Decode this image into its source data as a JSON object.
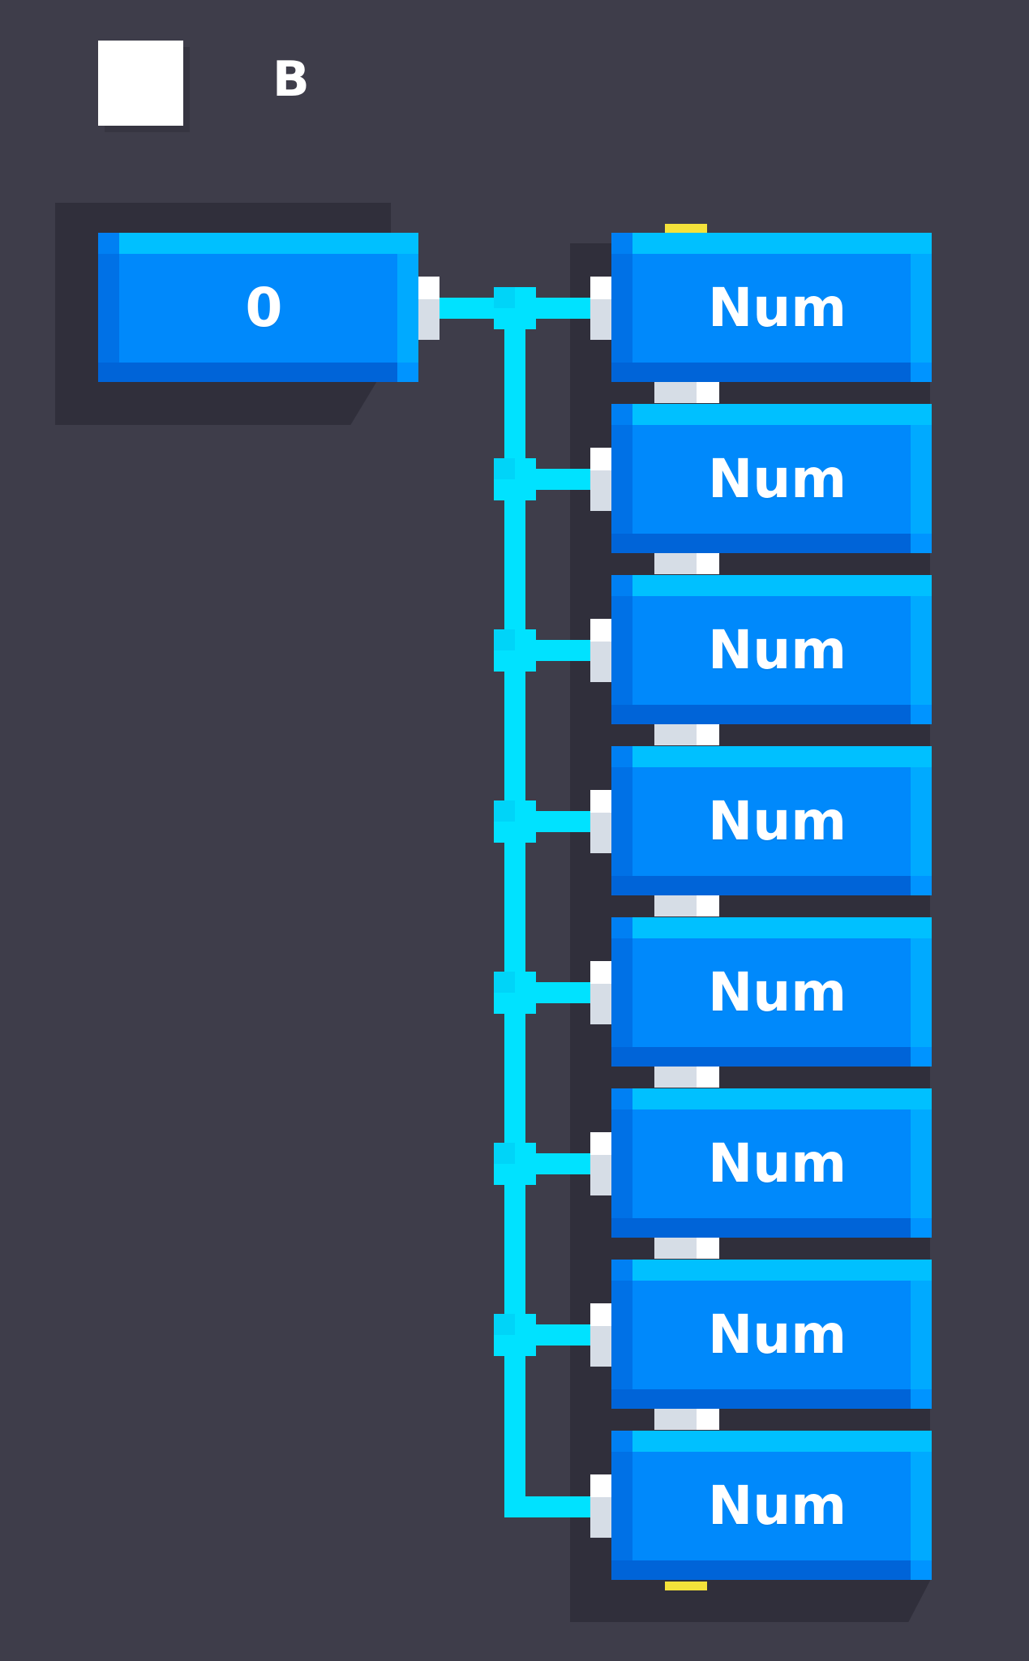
{
  "header": {
    "label": "B",
    "indicator_color": "#ffffff"
  },
  "source_block": {
    "label": "0"
  },
  "num_blocks": [
    {
      "label": "Num"
    },
    {
      "label": "Num"
    },
    {
      "label": "Num"
    },
    {
      "label": "Num"
    },
    {
      "label": "Num"
    },
    {
      "label": "Num"
    },
    {
      "label": "Num"
    },
    {
      "label": "Num"
    }
  ],
  "colors": {
    "background": "#3e3d4a",
    "block": "#0089fb",
    "wire": "#00e2ff",
    "stack_marker": "#f4e23a"
  }
}
